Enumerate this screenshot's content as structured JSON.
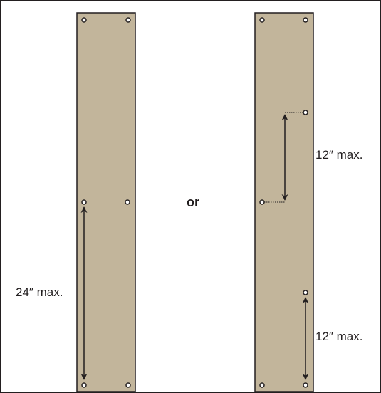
{
  "labels": {
    "left_spacing": "24″ max.",
    "separator": "or",
    "right_spacing_top": "12″ max.",
    "right_spacing_bottom": "12″ max."
  },
  "colors": {
    "plate_fill": "#c2b59b",
    "outline": "#231f20",
    "background": "#ffffff"
  }
}
